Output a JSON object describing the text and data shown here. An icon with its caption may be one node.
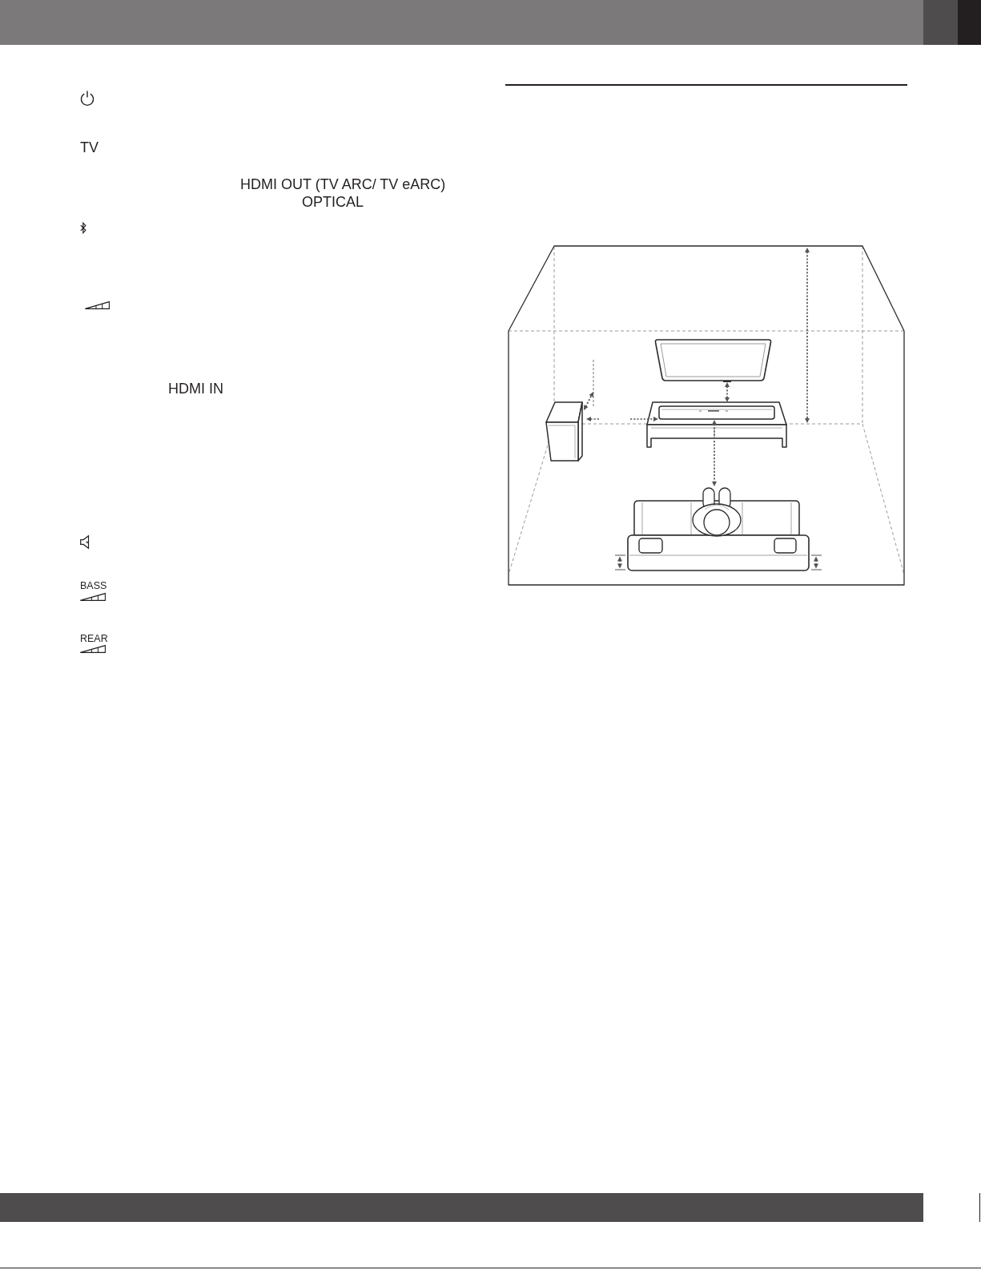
{
  "diagram": {
    "labels": [
      "TV",
      "HDMI OUT (TV ARC/ TV eARC)",
      "OPTICAL",
      "HDMI IN",
      "BASS",
      "REAR"
    ]
  }
}
